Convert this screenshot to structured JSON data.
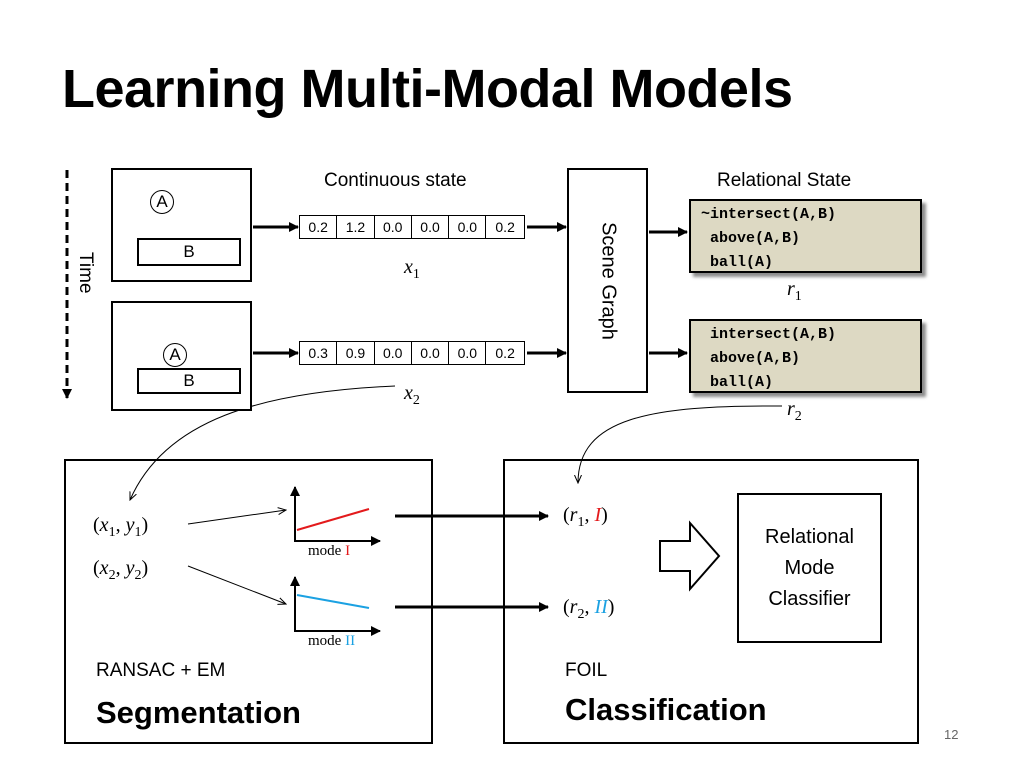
{
  "slide": {
    "title": "Learning Multi-Modal Models",
    "page_number": "12"
  },
  "timeline": {
    "label": "Time"
  },
  "scenes": [
    {
      "ball": "A",
      "block": "B"
    },
    {
      "ball": "A",
      "block": "B"
    }
  ],
  "continuous_state": {
    "label": "Continuous state",
    "vectors": [
      {
        "var": "x",
        "sub": "1",
        "values": [
          "0.2",
          "1.2",
          "0.0",
          "0.0",
          "0.0",
          "0.2"
        ]
      },
      {
        "var": "x",
        "sub": "2",
        "values": [
          "0.3",
          "0.9",
          "0.0",
          "0.0",
          "0.0",
          "0.2"
        ]
      }
    ]
  },
  "scene_graph": {
    "label": "Scene Graph"
  },
  "relational_state": {
    "label": "Relational State",
    "states": [
      {
        "var": "r",
        "sub": "1",
        "lines": [
          "~intersect(A,B)",
          " above(A,B)",
          " ball(A)"
        ]
      },
      {
        "var": "r",
        "sub": "2",
        "lines": [
          " intersect(A,B)",
          " above(A,B)",
          " ball(A)"
        ]
      }
    ]
  },
  "segmentation": {
    "method": "RANSAC + EM",
    "title": "Segmentation",
    "pairs": [
      {
        "open": "(",
        "x": "x",
        "xs": "1",
        "sep": ", ",
        "y": "y",
        "ys": "1",
        "close": ")"
      },
      {
        "open": "(",
        "x": "x",
        "xs": "2",
        "sep": ", ",
        "y": "y",
        "ys": "2",
        "close": ")"
      }
    ],
    "modes": [
      {
        "prefix": "mode ",
        "numeral": "I",
        "color": "#e31a1c"
      },
      {
        "prefix": "mode ",
        "numeral": "II",
        "color": "#1ba1e2"
      }
    ]
  },
  "classification": {
    "method": "FOIL",
    "title": "Classification",
    "pairs": [
      {
        "open": "(",
        "r": "r",
        "rs": "1",
        "sep": ", ",
        "mode": "I",
        "close": ")",
        "color": "#e31a1c"
      },
      {
        "open": "(",
        "r": "r",
        "rs": "2",
        "sep": ", ",
        "mode": "II",
        "close": ")",
        "color": "#1ba1e2"
      }
    ],
    "classifier": {
      "line1": "Relational",
      "line2": "Mode",
      "line3": "Classifier"
    }
  }
}
